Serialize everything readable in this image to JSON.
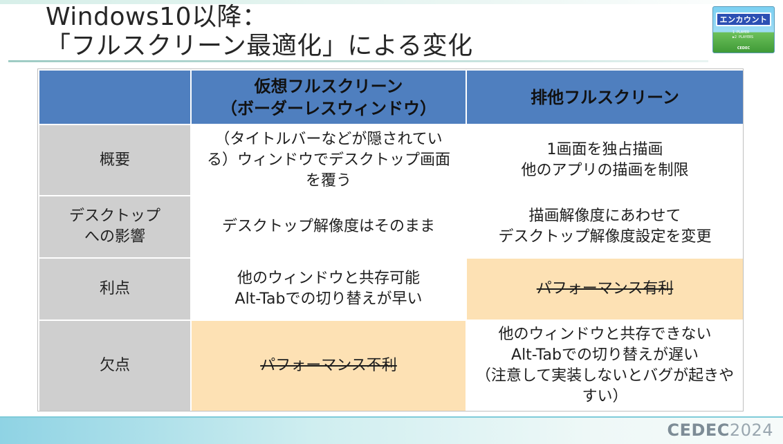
{
  "slide": {
    "title": "Windows10以降：\n「フルスクリーン最適化」による変化"
  },
  "logo": {
    "word": "エンカウント",
    "sub": "1 PLAYER\n▶2 PLAYERS",
    "foot": "CEDEC"
  },
  "table": {
    "headers": [
      "仮想フルスクリーン\n（ボーダーレスウィンドウ）",
      "排他フルスクリーン"
    ],
    "rows": [
      {
        "label": "概要",
        "virtual": "（タイトルバーなどが隠されている）ウィンドウでデスクトップ画面を覆う",
        "exclusive": "1画面を独占描画\n他のアプリの描画を制限"
      },
      {
        "label": "デスクトップ\nへの影響",
        "virtual": "デスクトップ解像度はそのまま",
        "exclusive": "描画解像度にあわせて\nデスクトップ解像度設定を変更"
      },
      {
        "label": "利点",
        "virtual": "他のウィンドウと共存可能\nAlt-Tabでの切り替えが早い",
        "exclusive": "パフォーマンス有利"
      },
      {
        "label": "欠点",
        "virtual": "パフォーマンス不利",
        "exclusive": "他のウィンドウと共存できない\nAlt-Tabでの切り替えが遅い\n（注意して実装しないとバグが起きやすい）"
      }
    ]
  },
  "footer": {
    "brand": "CEDEC",
    "year": "2024"
  },
  "colors": {
    "header_blue": "#4f7fbf",
    "label_gray": "#cfcfcf",
    "highlight_orange": "#fde1b4"
  }
}
